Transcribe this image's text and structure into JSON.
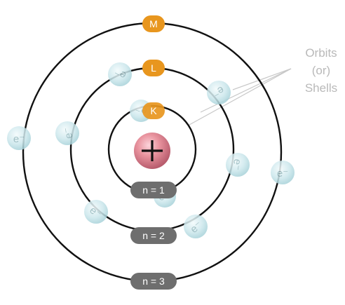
{
  "callout": {
    "line1": "Orbits",
    "line2": "(or)",
    "line3": "Shells"
  },
  "shells": [
    {
      "letter": "K",
      "level": "n = 1"
    },
    {
      "letter": "L",
      "level": "n = 2"
    },
    {
      "letter": "M",
      "level": "n = 3"
    }
  ],
  "electron_symbol": "e⁻",
  "colors": {
    "orbit": "#111111",
    "shell_badge": "#e8961e",
    "level_badge": "#6e6e6e",
    "nucleus": "#e58d9c",
    "electron": "#cfe9ee",
    "callout_text": "#b9b9b9"
  },
  "icons": {
    "nucleus": "plus-icon"
  }
}
